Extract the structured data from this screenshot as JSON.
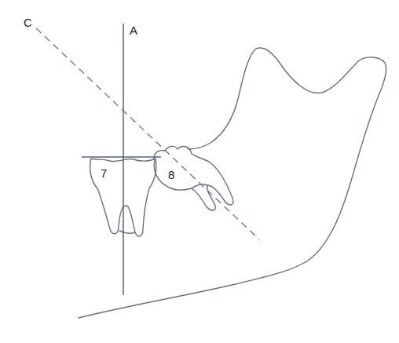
{
  "diagram": {
    "labels": [
      "C",
      "A",
      "7",
      "8"
    ]
  }
}
